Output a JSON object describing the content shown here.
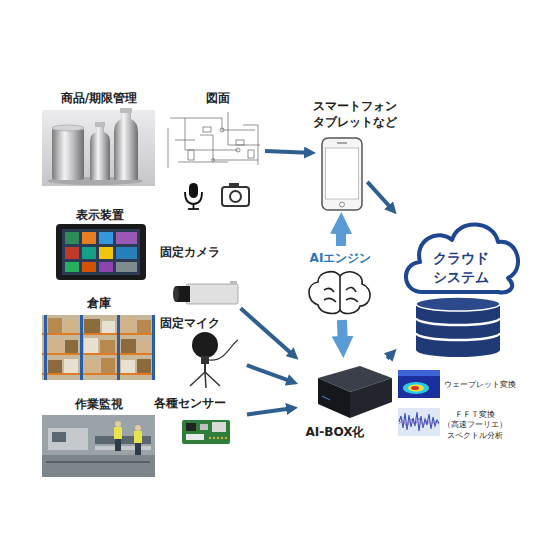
{
  "diagram": {
    "nodes": [
      {
        "text": [
          "商品/期限管理"
        ]
      },
      {
        "text": [
          "図面"
        ]
      },
      {
        "text": [
          "スマートフォン タブレットなど"
        ]
      },
      {
        "text": [
          "表示装置"
        ]
      },
      {
        "text": [
          "固定カメラ"
        ]
      },
      {
        "text": [
          "AIエンジン"
        ]
      },
      {
        "text": [
          "クラウド システム"
        ]
      },
      {
        "text": [
          "倉庫"
        ]
      },
      {
        "text": [
          "固定マイク"
        ]
      },
      {
        "text": [
          "作業監視"
        ]
      },
      {
        "text": [
          "各種センサー"
        ]
      },
      {
        "text": [
          "AI-BOX化"
        ]
      }
    ],
    "edges": [
      {
        "from": 1,
        "to": 2,
        "arrow": "to"
      },
      {
        "from": 2,
        "to": 6,
        "arrow": "to"
      },
      {
        "from": 5,
        "to": 2,
        "arrow": "to"
      },
      {
        "from": 5,
        "to": 11,
        "arrow": "to"
      },
      {
        "from": 4,
        "to": 11,
        "arrow": "to"
      },
      {
        "from": 8,
        "to": 11,
        "arrow": "to"
      },
      {
        "from": 10,
        "to": 11,
        "arrow": "to"
      },
      {
        "from": 11,
        "to": 6,
        "arrow": "to"
      }
    ],
    "labels": [
      "ウェーブレット変換",
      "ＦＦＴ変換 （高速フーリエ） スペクトル分析"
    ]
  }
}
